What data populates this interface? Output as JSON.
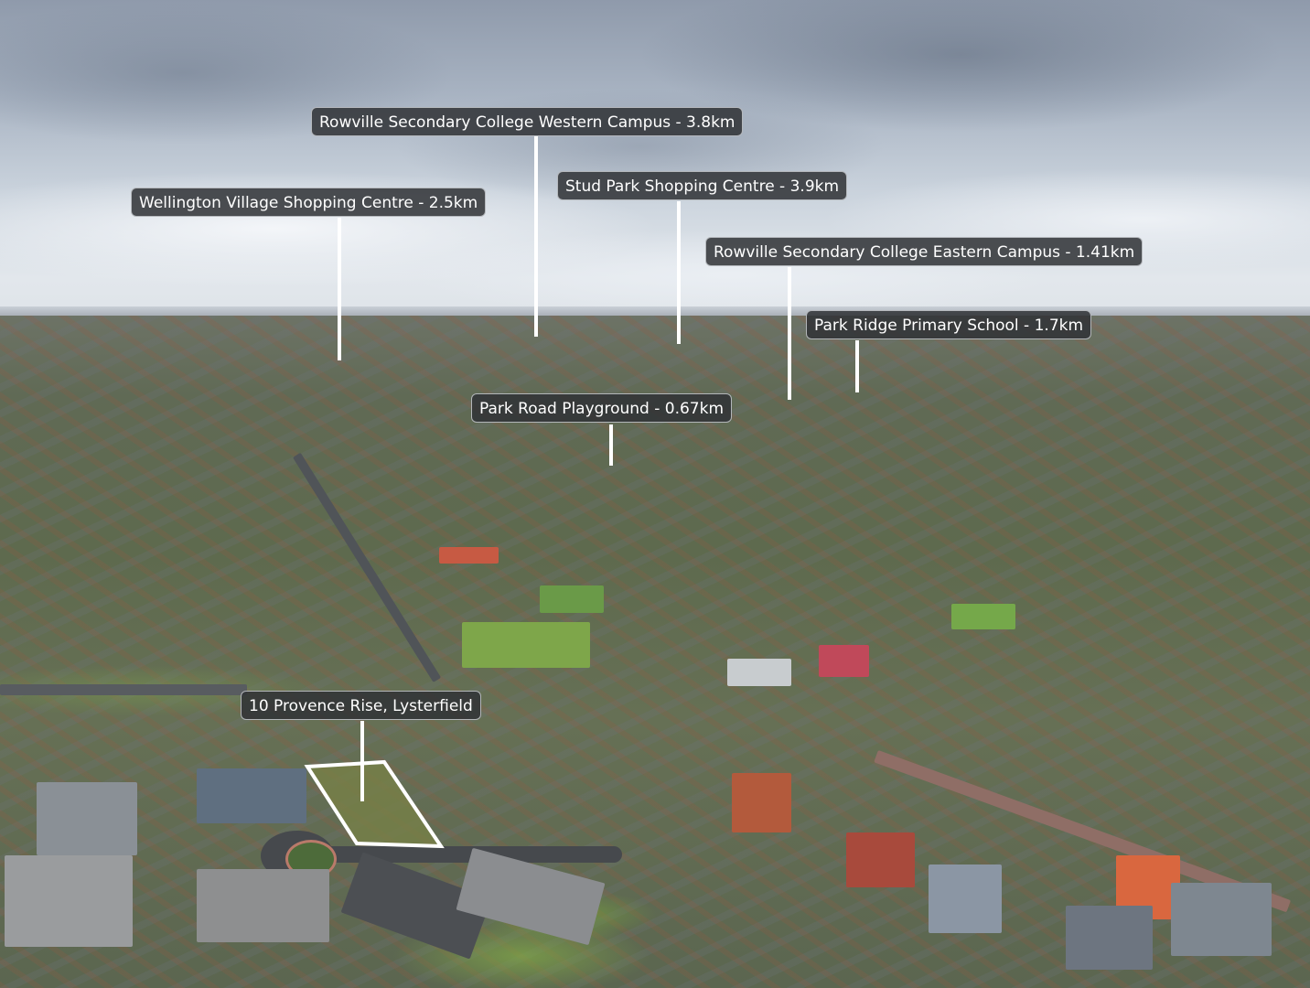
{
  "image": {
    "description": "Aerial drone photo of suburban Lysterfield with distance annotations",
    "colors": {
      "label_bg": "#303236",
      "label_text": "#ffffff",
      "pin_line": "#ffffff",
      "plot_outline": "#ffffff"
    }
  },
  "property": {
    "label": "10 Provence Rise, Lysterfield"
  },
  "annotations": [
    {
      "label": "Rowville Secondary College Western Campus - 3.8km"
    },
    {
      "label": "Wellington Village Shopping Centre - 2.5km"
    },
    {
      "label": "Stud Park Shopping Centre  - 3.9km"
    },
    {
      "label": "Rowville Secondary College Eastern Campus - 1.41km"
    },
    {
      "label": "Park Ridge Primary School - 1.7km"
    },
    {
      "label": "Park Road Playground - 0.67km"
    }
  ]
}
